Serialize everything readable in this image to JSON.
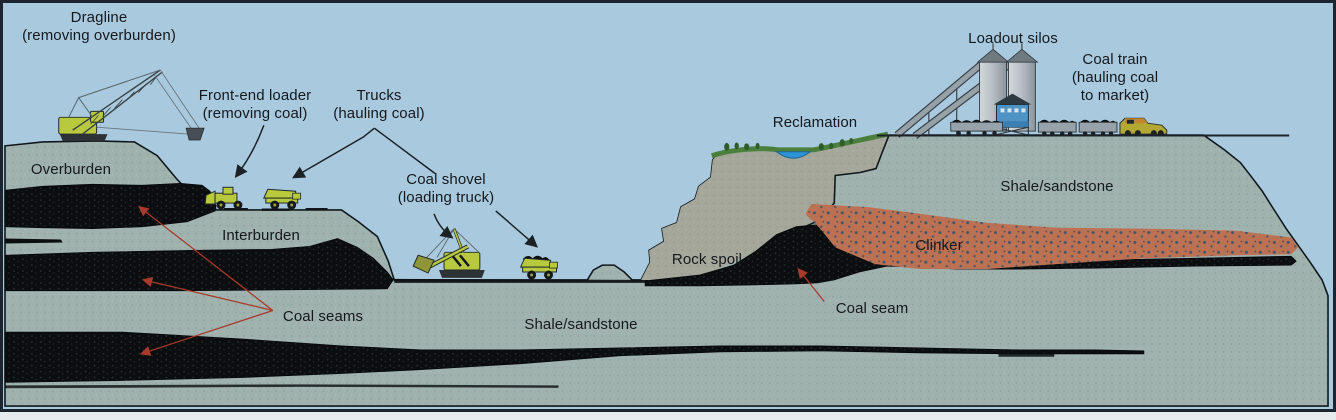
{
  "labels": {
    "dragline": "Dragline\n(removing overburden)",
    "front_end_loader": "Front-end loader\n(removing coal)",
    "trucks": "Trucks\n(hauling coal)",
    "coal_shovel": "Coal shovel\n(loading truck)",
    "overburden": "Overburden",
    "interburden": "Interburden",
    "coal_seams": "Coal seams",
    "shale_sandstone_left": "Shale/sandstone",
    "rock_spoil": "Rock spoil",
    "reclamation": "Reclamation",
    "clinker": "Clinker",
    "coal_seam_right": "Coal seam",
    "shale_sandstone_right": "Shale/sandstone",
    "loadout_silos": "Loadout silos",
    "coal_train": "Coal train\n(hauling coal\nto market)"
  },
  "colors": {
    "sky": "#a9cade",
    "rock": "#9fb2ae",
    "rock_spoil": "#a5a79b",
    "coal": "#0b0d0f",
    "clinker": "#bd7153",
    "grass": "#4b7f3c",
    "pond": "#2e93d9",
    "machinery": "#b9c93e",
    "silo": "#b4bcc2",
    "building": "#4f93c4",
    "locomotive": "#b3a833",
    "annotation_arrow_red": "#a8392b",
    "annotation_arrow_black": "#1c2125",
    "frame": "#1a2530"
  }
}
